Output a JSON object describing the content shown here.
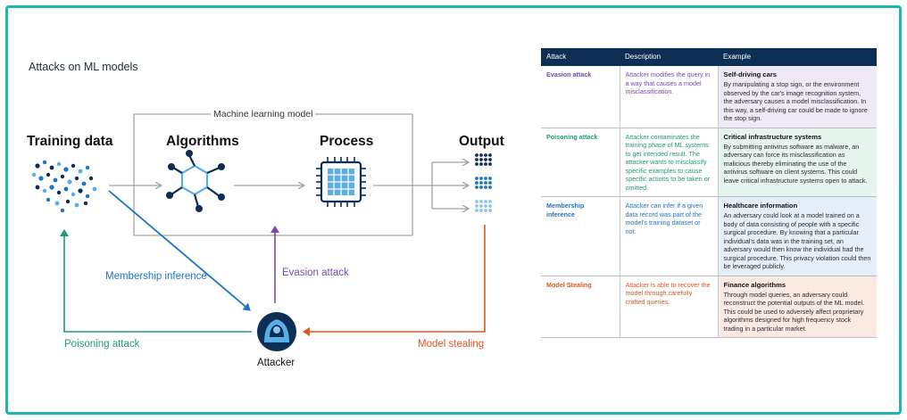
{
  "diagram": {
    "title": "Attacks on ML models",
    "box_label": "Machine learning model",
    "stages": {
      "training_data": "Training data",
      "algorithms": "Algorithms",
      "process": "Process",
      "output": "Output"
    },
    "edges": {
      "membership_inference": "Membership inference",
      "evasion_attack": "Evasion attack",
      "poisoning_attack": "Poisoning attack",
      "model_stealing": "Model stealing"
    },
    "attacker": "Attacker",
    "colors": {
      "membership": "#1b74c4",
      "evasion": "#7a48b0",
      "poisoning": "#1f9a79",
      "stealing": "#e0561e",
      "navy": "#0d2e55",
      "frame": "#1db8ad"
    }
  },
  "table": {
    "headers": [
      "Attack",
      "Description",
      "Example"
    ],
    "rows": [
      {
        "attack": "Evasion attack",
        "description": "Attacker modifies the query in a way that causes a model misclassification.",
        "example_title": "Self-driving cars",
        "example_text": "By manipulating a stop sign, or the environment observed by the car's image recognition system, the adversary causes a model misclassification. In this way, a self-driving car could be made to ignore the stop sign.",
        "text_color": "#7a48b0",
        "bg_color": "#efe9f7"
      },
      {
        "attack": "Poisoning attack",
        "description": "Attacker contaminates the training phase of ML systems to get intended result. The attacker wants to misclassify specific examples to cause specific actions to be taken or omitted.",
        "example_title": "Critical infrastructure systems",
        "example_text": "By submitting antivirus software as malware, an adversary can force its misclassification as malicious thereby eliminating the use of the antivirus software on client systems. This could leave critical infrastructure systems open to attack.",
        "text_color": "#1f9a79",
        "bg_color": "#e6f4ee"
      },
      {
        "attack": "Membership inference",
        "description": "Attacker can infer if a given data record was part of the model's training dataset or not.",
        "example_title": "Healthcare information",
        "example_text": "An adversary could look at a model trained on a body of data consisting of people with a specific surgical procedure. By knowing that a particular individual's data was in the training set, an adversary would then know the individual had the surgical procedure. This privacy violation could then be leveraged publicly.",
        "text_color": "#1b74c4",
        "bg_color": "#e5eff9"
      },
      {
        "attack": "Model Stealing",
        "description": "Attacker is able to recover the model through carefully crafted queries.",
        "example_title": "Finance algorithms",
        "example_text": "Through model queries, an adversary could reconstruct the potential outputs of the ML model. This could be used to adversely affect proprietary algorithms designed for high frequency stock trading in a particular market.",
        "text_color": "#e0561e",
        "bg_color": "#fbeae2"
      }
    ]
  }
}
